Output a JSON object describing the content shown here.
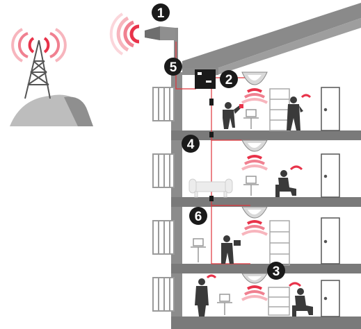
{
  "markers": [
    {
      "id": "1",
      "label": "1"
    },
    {
      "id": "2",
      "label": "2"
    },
    {
      "id": "3",
      "label": "3"
    },
    {
      "id": "4",
      "label": "4"
    },
    {
      "id": "5",
      "label": "5"
    },
    {
      "id": "6",
      "label": "6"
    }
  ],
  "colors": {
    "signal_red": "#e8334a",
    "signal_pink": "#f7b5bd",
    "wall_gray": "#8c8c8c",
    "floor_gray": "#7a7a7a",
    "roof_gray": "#9a9a9a",
    "hill_gray": "#bdbdbd",
    "cable_red": "#e0343b",
    "marker_black": "#1a1a1a",
    "people_dark": "#3a3a3a"
  },
  "icons": [
    "cell-tower-icon",
    "outdoor-antenna-icon",
    "booster-unit-icon",
    "indoor-antenna-icon",
    "splitter-icon",
    "person-icon",
    "bookshelf-icon",
    "door-icon",
    "sofa-icon",
    "laptop-icon",
    "window-icon"
  ]
}
